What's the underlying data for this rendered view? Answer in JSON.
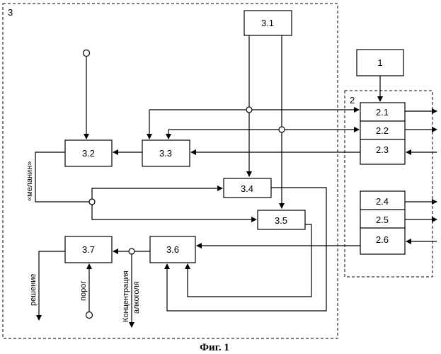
{
  "diagram": {
    "outer_block_label": "3",
    "sensor_block_label": "2",
    "blocks": {
      "b1": "1",
      "b2_1": "2.1",
      "b2_2": "2.2",
      "b2_3": "2.3",
      "b2_4": "2.4",
      "b2_5": "2.5",
      "b2_6": "2.6",
      "b3_1": "3.1",
      "b3_2": "3.2",
      "b3_3": "3.3",
      "b3_4": "3.4",
      "b3_5": "3.5",
      "b3_6": "3.6",
      "b3_7": "3.7"
    },
    "labels": {
      "melanin": "«меланин»",
      "decision": "решение",
      "threshold": "порог",
      "alcohol_line1": "Концентрация",
      "alcohol_line2": "алкоголя"
    },
    "caption": "Фиг. 1"
  }
}
